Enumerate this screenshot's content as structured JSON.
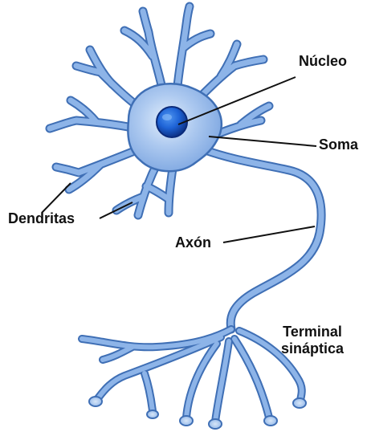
{
  "labels": {
    "nucleus": "Núcleo",
    "soma": "Soma",
    "dendrites": "Dendritas",
    "axon": "Axón",
    "terminal_line1": "Terminal",
    "terminal_line2": "sináptica"
  },
  "colors": {
    "cell_fill": "#8db4e8",
    "cell_stroke": "#3f6fb5",
    "cell_highlight": "#d7e6f8",
    "nucleus_dark": "#0a2a7a",
    "nucleus_mid": "#1e63d6",
    "leader_line": "#111111"
  }
}
